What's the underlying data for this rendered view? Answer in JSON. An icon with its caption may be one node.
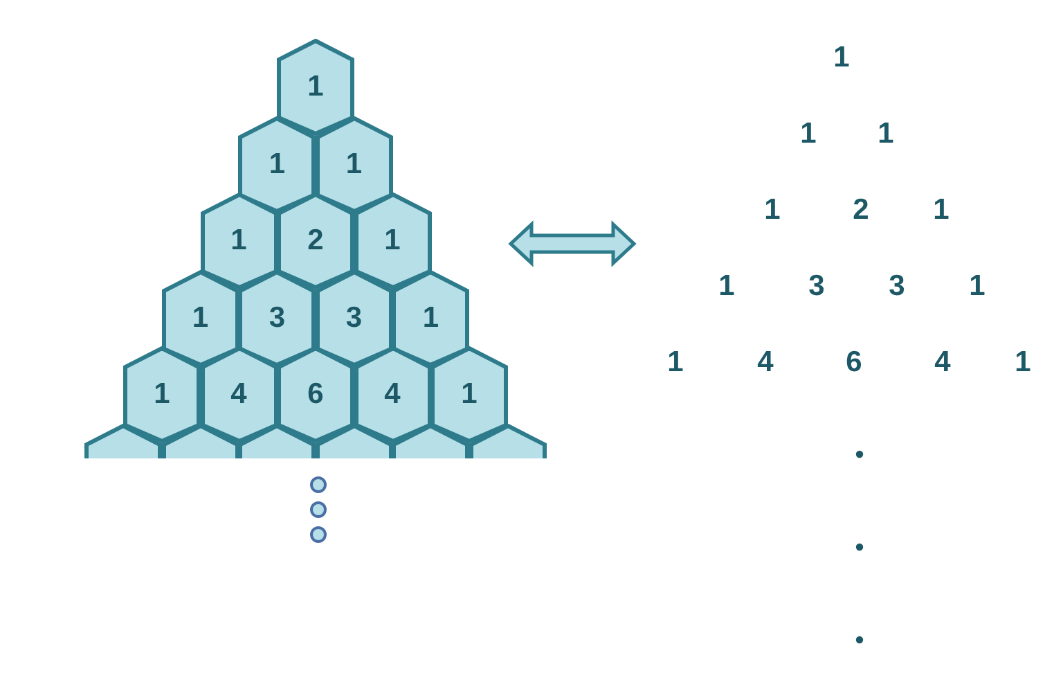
{
  "diagram": {
    "nodes": [
      {
        "text": [
          "1"
        ]
      },
      {
        "text": [
          "1"
        ]
      },
      {
        "text": [
          "1"
        ]
      },
      {
        "text": [
          "1"
        ]
      },
      {
        "text": [
          "2"
        ]
      },
      {
        "text": [
          "1"
        ]
      },
      {
        "text": [
          "1"
        ]
      },
      {
        "text": [
          "3"
        ]
      },
      {
        "text": [
          "3"
        ]
      },
      {
        "text": [
          "1"
        ]
      },
      {
        "text": [
          "1"
        ]
      },
      {
        "text": [
          "4"
        ]
      },
      {
        "text": [
          "6"
        ]
      },
      {
        "text": [
          "4"
        ]
      },
      {
        "text": [
          "1"
        ]
      },
      {
        "text": [],
        "shape": "hexagon"
      },
      {
        "text": [],
        "shape": "hexagon"
      },
      {
        "text": [],
        "shape": "hexagon"
      },
      {
        "text": [],
        "shape": "hexagon"
      },
      {
        "text": [],
        "shape": "hexagon"
      },
      {
        "text": [],
        "shape": "hexagon"
      }
    ],
    "edges": [],
    "labels": [
      "1",
      "1",
      "1",
      "1",
      "2",
      "1",
      "1",
      "3",
      "3",
      "1",
      "1",
      "4",
      "6",
      "4",
      "1"
    ]
  }
}
